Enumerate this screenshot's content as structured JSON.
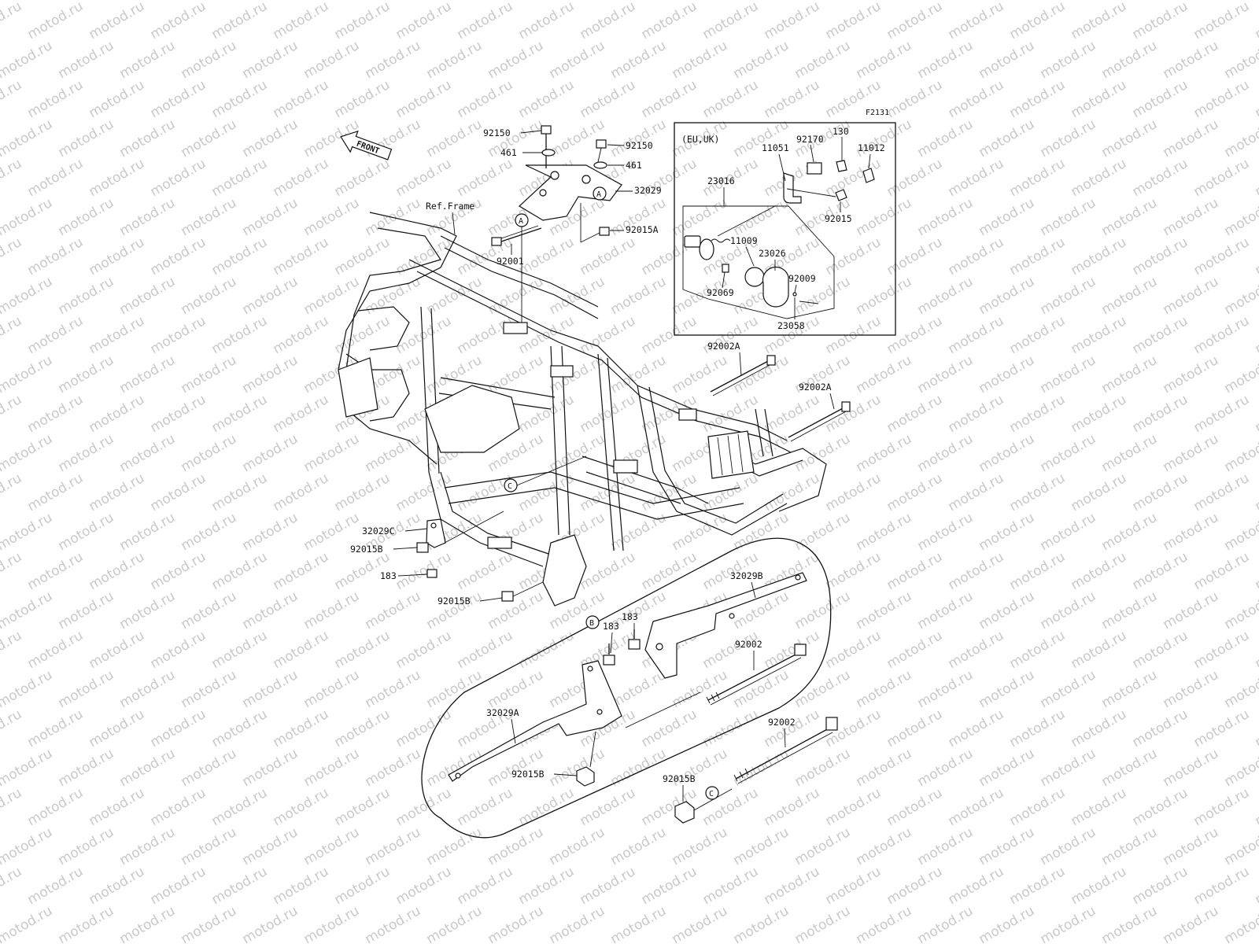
{
  "watermark": "motod.ru",
  "figure_code": "F2131",
  "front_label": "FRONT",
  "ref_frame_label": "Ref.Frame",
  "inset_label": "(EU,UK)",
  "parts": {
    "p92150_a": "92150",
    "p461_a": "461",
    "p92150_b": "92150",
    "p461_b": "461",
    "p32029": "32029",
    "p92015A": "92015A",
    "p92001": "92001",
    "p92170": "92170",
    "p130": "130",
    "p11012": "11012",
    "p11051": "11051",
    "p23016": "23016",
    "p92015": "92015",
    "p11009": "11009",
    "p23026": "23026",
    "p92009": "92009",
    "p92069": "92069",
    "p23058": "23058",
    "p92002A_a": "92002A",
    "p92002A_b": "92002A",
    "p32029C": "32029C",
    "p92015B_a": "92015B",
    "p183_a": "183",
    "p92015B_b": "92015B",
    "p32029B": "32029B",
    "p183_b": "183",
    "p183_c": "183",
    "p92002_a": "92002",
    "p32029A": "32029A",
    "p92002_b": "92002",
    "p92015B_c": "92015B",
    "p92015B_d": "92015B"
  },
  "refs": {
    "A": "A",
    "B": "B",
    "C": "C"
  }
}
